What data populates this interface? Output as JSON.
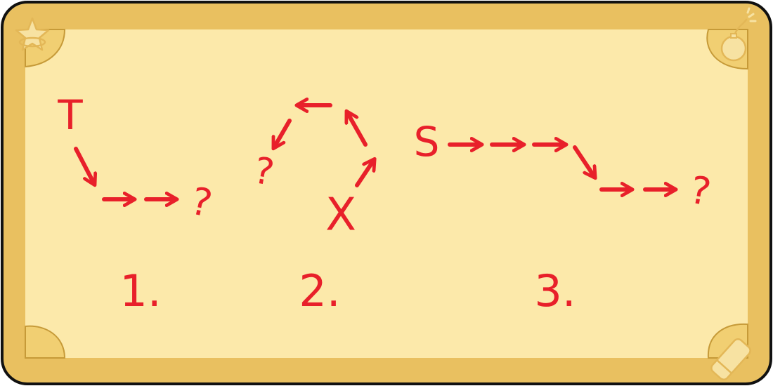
{
  "colors": {
    "frame": "#e9c060",
    "frame_outline": "#111111",
    "board": "#fce9aa",
    "pocket": "#f5d98e",
    "ink": "#e8202a"
  },
  "icons": {
    "top_left": "star-icon",
    "top_right": "bomb-icon",
    "bottom_right": "eraser-icon"
  },
  "puzzles": [
    {
      "number_label": "1.",
      "start_letter": "T",
      "end_symbol": "?",
      "path": [
        "down-right",
        "right",
        "right"
      ]
    },
    {
      "number_label": "2.",
      "start_letter": "X",
      "end_symbol": "?",
      "path": [
        "up-right",
        "up-left",
        "left",
        "down-left"
      ]
    },
    {
      "number_label": "3.",
      "start_letter": "S",
      "end_symbol": "?",
      "path": [
        "right",
        "right",
        "right",
        "down-right",
        "right",
        "right"
      ]
    }
  ]
}
